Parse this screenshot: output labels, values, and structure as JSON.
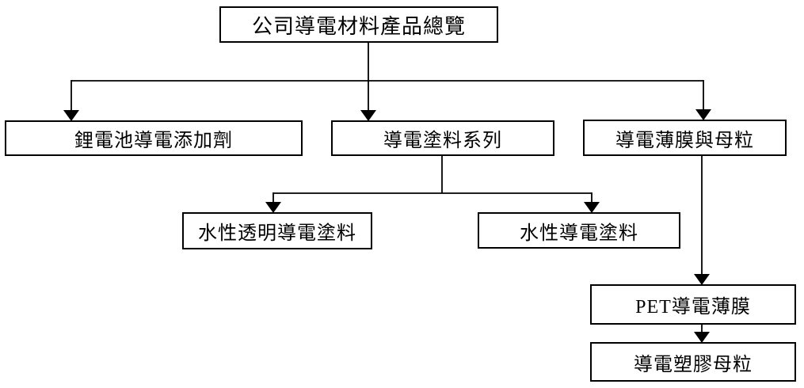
{
  "flowchart": {
    "type": "org-chart",
    "colors": {
      "background": "#ffffff",
      "box_border": "#000000",
      "box_fill": "#ffffff",
      "text": "#000000",
      "connector": "#000000",
      "arrowhead": "#000000"
    },
    "nodes": {
      "root": {
        "label": "公司導電材料產品總覽",
        "level": 1
      },
      "lithium": {
        "label": "鋰電池導電添加劑",
        "level": 2,
        "parent": "root"
      },
      "coating": {
        "label": "導電塗料系列",
        "level": 2,
        "parent": "root"
      },
      "film": {
        "label": "導電薄膜與母粒",
        "level": 2,
        "parent": "root"
      },
      "transparent": {
        "label": "水性透明導電塗料",
        "level": 3,
        "parent": "coating"
      },
      "waterborne": {
        "label": "水性導電塗料",
        "level": 3,
        "parent": "coating"
      },
      "pet": {
        "label": "PET導電薄膜",
        "level": 3,
        "parent": "film"
      },
      "masterbatch": {
        "label": "導電塑膠母粒",
        "level": 4,
        "parent": "pet"
      }
    },
    "edges": [
      {
        "from": "root",
        "to": "lithium"
      },
      {
        "from": "root",
        "to": "coating"
      },
      {
        "from": "root",
        "to": "film"
      },
      {
        "from": "coating",
        "to": "transparent"
      },
      {
        "from": "coating",
        "to": "waterborne"
      },
      {
        "from": "film",
        "to": "pet"
      },
      {
        "from": "pet",
        "to": "masterbatch"
      }
    ]
  }
}
